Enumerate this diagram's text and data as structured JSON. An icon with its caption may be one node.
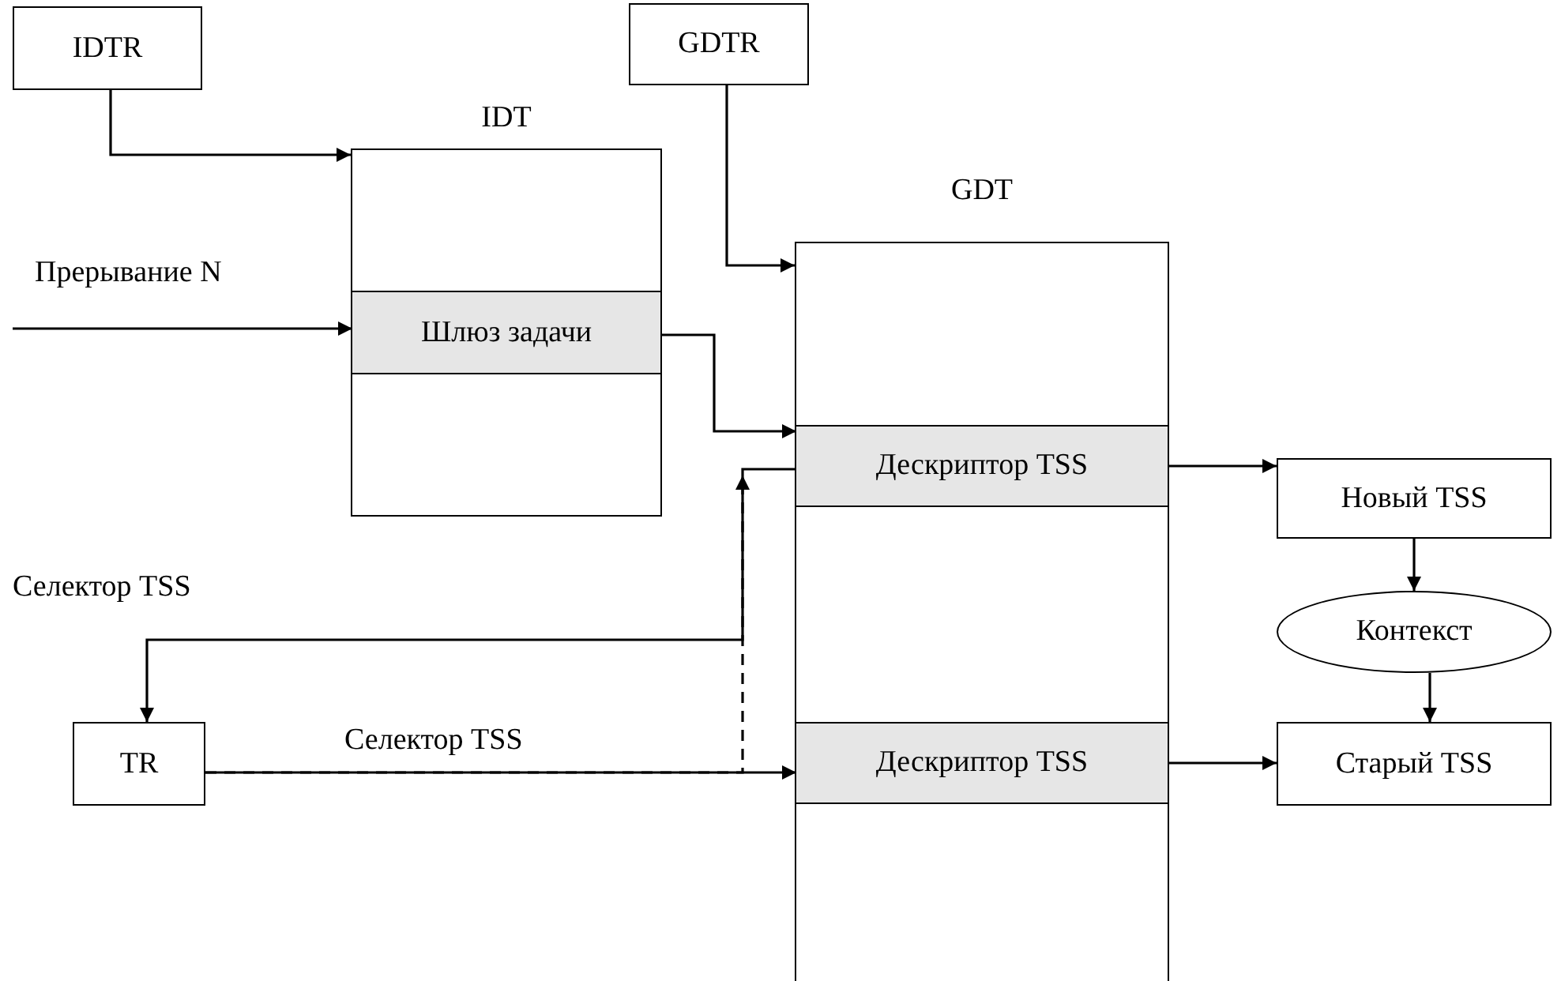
{
  "diagram": {
    "nodes": [
      {
        "text": [
          "IDTR"
        ]
      },
      {
        "text": [
          "IDT"
        ]
      },
      {
        "text": [
          "Шлюз задачи"
        ],
        "in": 1
      },
      {
        "text": [
          "GDTR"
        ]
      },
      {
        "text": [
          "GDT"
        ]
      },
      {
        "text": [
          "Дескриптор TSS"
        ],
        "in": 4
      },
      {
        "text": [
          "Дескриптор TSS"
        ],
        "in": 4
      },
      {
        "text": [
          "Новый TSS"
        ]
      },
      {
        "text": [
          "Контекст"
        ]
      },
      {
        "text": [
          "Старый TSS"
        ]
      },
      {
        "text": [
          "TR"
        ]
      }
    ],
    "edges": [
      {
        "from": 0,
        "to": 1,
        "arrow": "to"
      },
      {
        "from": null,
        "to": 2,
        "arrow": "to",
        "label": "Прерывание N"
      },
      {
        "from": 3,
        "to": 4,
        "arrow": "to"
      },
      {
        "from": 2,
        "to": 5,
        "arrow": "to"
      },
      {
        "from": 5,
        "to": 7,
        "arrow": "to"
      },
      {
        "from": 7,
        "to": 8,
        "arrow": "to"
      },
      {
        "from": 8,
        "to": 9,
        "arrow": "to"
      },
      {
        "from": 6,
        "to": 9,
        "arrow": "to"
      },
      {
        "from": 5,
        "to": 10,
        "arrow": "to",
        "label": "Селектор TSS"
      },
      {
        "from": 10,
        "to": 6,
        "arrow": "to",
        "label": "Селектор TSS"
      },
      {
        "from": 10,
        "to": 5,
        "arrow": "to",
        "style": "dashed"
      }
    ]
  }
}
